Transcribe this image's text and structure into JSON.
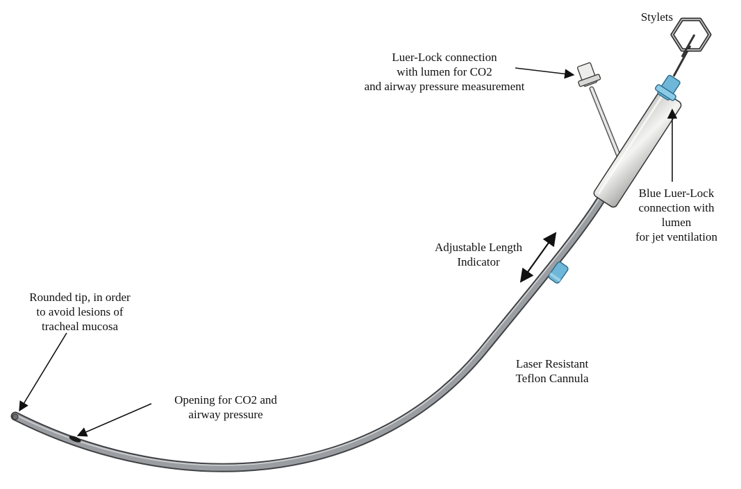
{
  "labels": {
    "stylets": [
      "Stylets"
    ],
    "luer_lock": [
      "Luer-Lock connection",
      "with lumen for CO2",
      "and airway pressure measurement"
    ],
    "blue_luer_lock": [
      "Blue Luer-Lock",
      "connection with",
      "lumen",
      "for jet ventilation"
    ],
    "adjustable_length": [
      "Adjustable Length",
      "Indicator"
    ],
    "rounded_tip": [
      "Rounded tip, in order",
      "to avoid lesions of",
      "tracheal mucosa"
    ],
    "laser_resistant": [
      "Laser Resistant",
      "Teflon Cannula"
    ],
    "opening": [
      "Opening for CO2 and",
      "airway pressure"
    ]
  },
  "colors": {
    "cannula": "#8c8f94",
    "hub": "#e4e4e2",
    "blue_connector": "#6fb7d9",
    "outline": "#2a2a2a"
  }
}
